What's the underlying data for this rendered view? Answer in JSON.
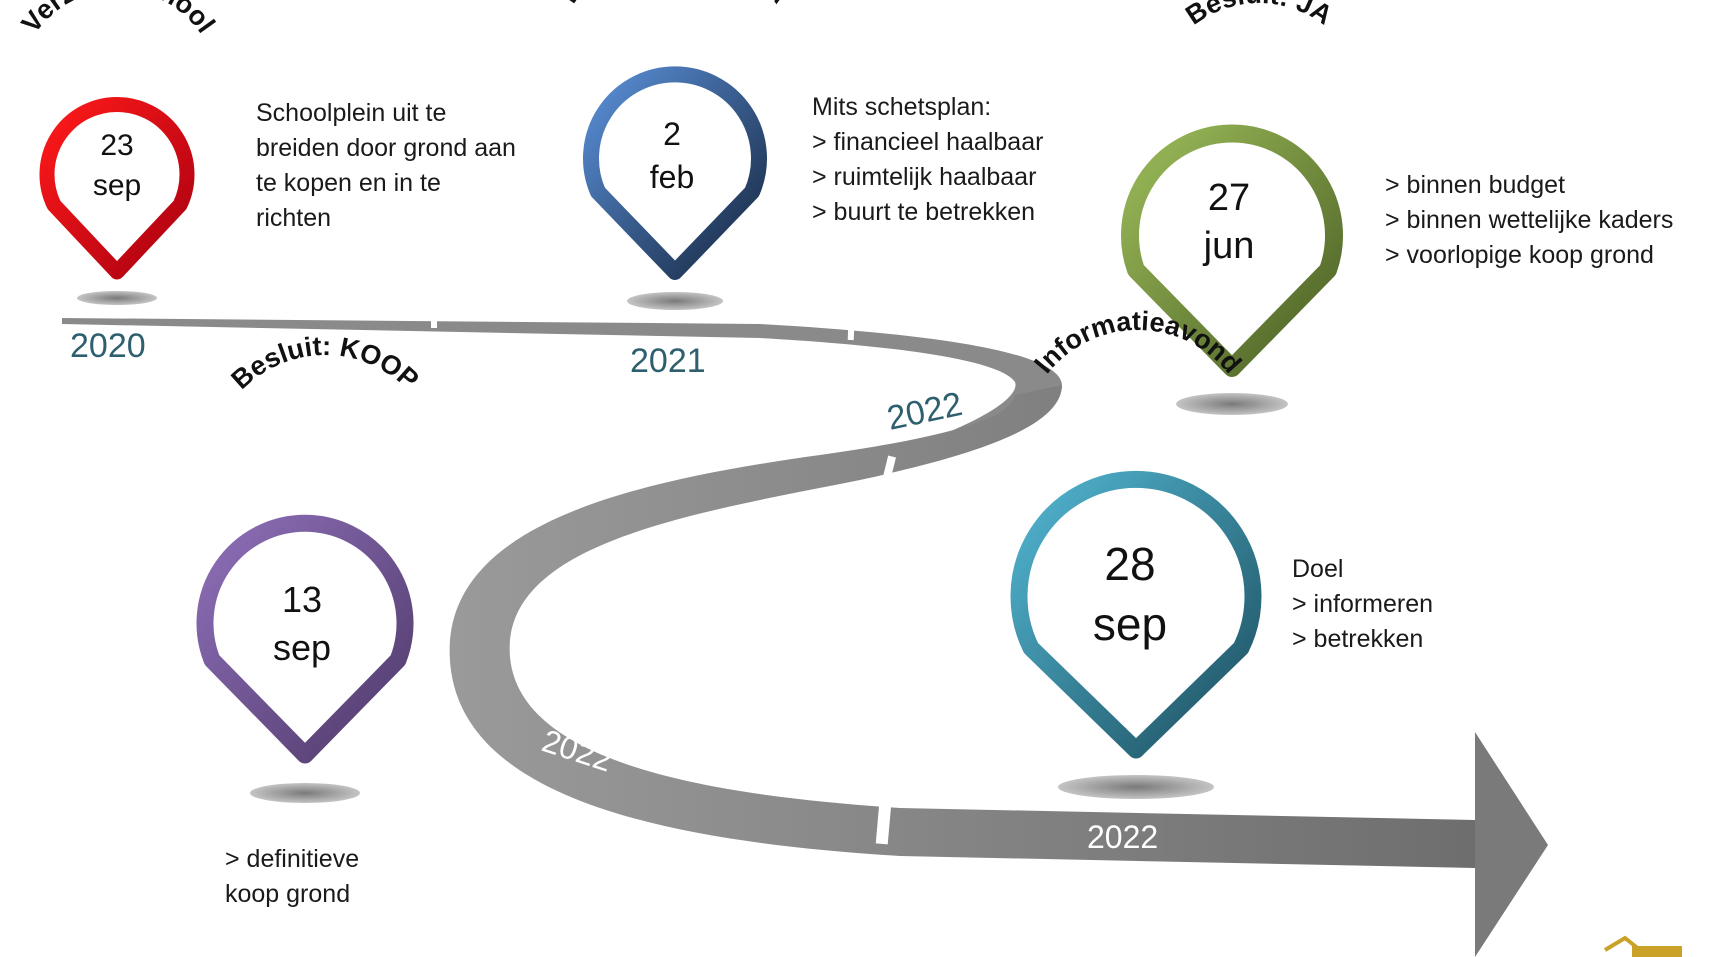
{
  "milestones": [
    {
      "title": "Verzoek school",
      "day": "23",
      "month": "sep",
      "note": "Schoolplein uit te\nbreiden door grond aan\nte kopen en in te\nrichten"
    },
    {
      "title": "Principebesluit: JA",
      "day": "2",
      "month": "feb",
      "note": "Mits schetsplan:\n> financieel haalbaar\n> ruimtelijk haalbaar\n> buurt te betrekken"
    },
    {
      "title": "Besluit: JA",
      "day": "27",
      "month": "jun",
      "note": "> binnen budget\n> binnen wettelijke kaders\n> voorlopige koop grond"
    },
    {
      "title": "Besluit: KOOP",
      "day": "13",
      "month": "sep",
      "note": "> definitieve\nkoop grond"
    },
    {
      "title": "Informatieavond",
      "day": "28",
      "month": "sep",
      "note": "Doel\n> informeren\n> betrekken"
    }
  ],
  "years": [
    "2020",
    "2021",
    "2022",
    "2022",
    "2022"
  ],
  "colors": {
    "red": "#e0101a",
    "blue": "#3c6db0",
    "green": "#6f8c3a",
    "purple": "#6e5391",
    "teal": "#2b8aa3",
    "road": "#8a8a8a",
    "year_text": "#2e5f6e"
  }
}
